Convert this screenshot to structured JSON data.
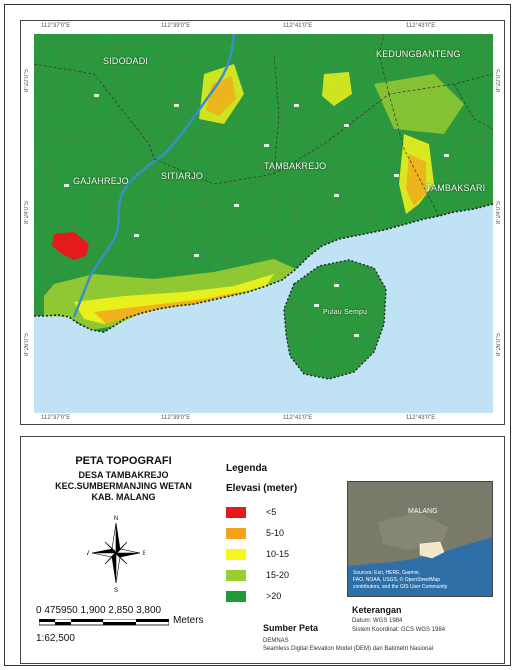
{
  "map": {
    "lon_ticks": [
      "112°37'0\"E",
      "112°39'0\"E",
      "112°41'0\"E",
      "112°43'0\"E"
    ],
    "lat_ticks": [
      "8°22'0\"S",
      "8°24'0\"S",
      "8°26'0\"S"
    ],
    "villages": [
      "SIDODADI",
      "KEDUNGBANTENG",
      "GAJAHREJO",
      "SITIARJO",
      "TAMBAKREJO",
      "TAMBAKSARI"
    ],
    "island": "Pulau Sempu",
    "colors": {
      "sea": "#bfe2f5",
      "river": "#3b8fc6"
    }
  },
  "title": {
    "line1": "PETA TOPOGRAFI",
    "line2": "DESA TAMBAKREJO",
    "line3": "KEC.SUMBERMANJING WETAN",
    "line4": "KAB. MALANG"
  },
  "legend": {
    "heading": "Legenda",
    "subheading": "Elevasi (meter)",
    "items": [
      {
        "label": "<5",
        "color": "#e41a1c"
      },
      {
        "label": "5-10",
        "color": "#f5a21b"
      },
      {
        "label": "10-15",
        "color": "#f7f71a"
      },
      {
        "label": "15-20",
        "color": "#9acd32"
      },
      {
        "label": ">20",
        "color": "#1f9a3a"
      }
    ]
  },
  "compass": {
    "n": "N",
    "s": "S",
    "e": "E",
    "w": "W"
  },
  "scale": {
    "numbers": "0 475950   1,900 2,850 3,800",
    "unit": "Meters",
    "ratio": "1:62,500"
  },
  "sumber_peta": {
    "heading": "Sumber Peta",
    "line1": "DEMNAS",
    "line2": "Seamless Digital Elevation Model (DEM) dan Batimetri Nasional"
  },
  "keterangan": {
    "heading": "Keterangan",
    "line1": "Datum: WGS 1984",
    "line2": "Sistem Koordinat: GCS WGS 1984"
  },
  "inset": {
    "label": "MALANG",
    "credit1": "Sources: Esri, HERE, Garmin,",
    "credit2": "FAO, NOAA, USGS, © OpenStreetMap",
    "credit3": "contributors, and the GIS User Community"
  }
}
